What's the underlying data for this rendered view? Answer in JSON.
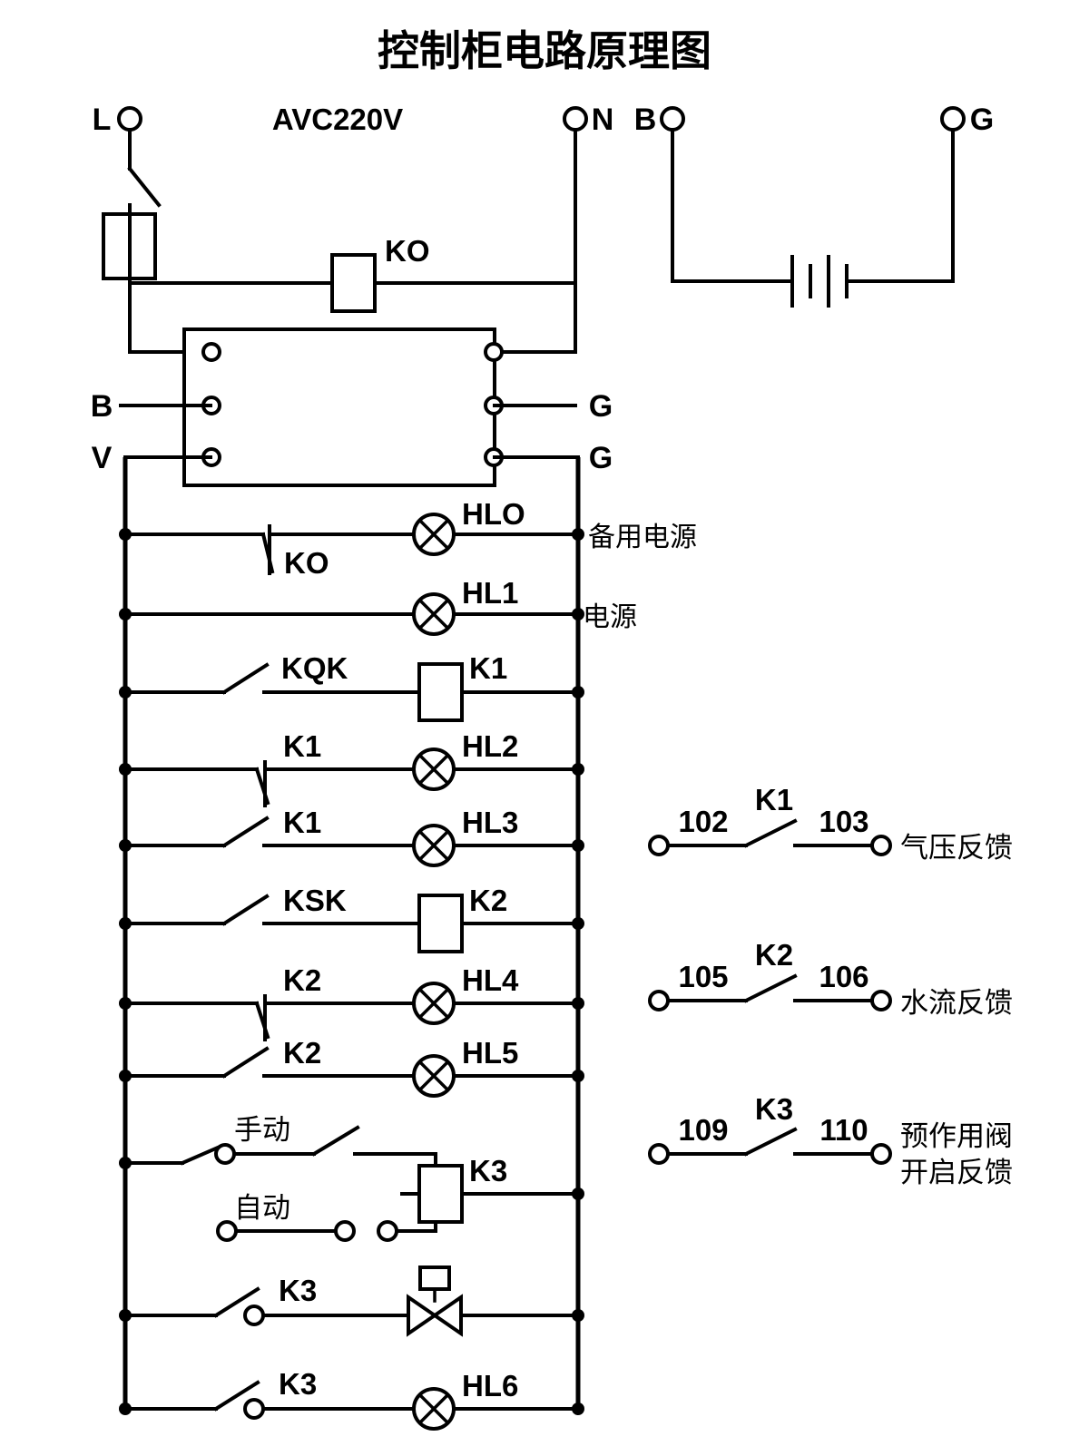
{
  "title": "控制柜电路原理图",
  "supply": {
    "terminal_l": "L",
    "terminal_n": "N",
    "voltage_label": "AVC220V",
    "relay_ko": "KO"
  },
  "battery": {
    "terminal_b": "B",
    "terminal_g": "G"
  },
  "terminal_block": {
    "left_labels": [
      "B",
      "V"
    ],
    "right_labels": [
      "G",
      "G"
    ]
  },
  "rungs": [
    {
      "contact": "KO",
      "contact_type": "nc",
      "device": "HLO",
      "device_type": "lamp",
      "note": "备用电源"
    },
    {
      "contact": "",
      "contact_type": "none",
      "device": "HL1",
      "device_type": "lamp",
      "note": "电源"
    },
    {
      "contact": "KQK",
      "contact_type": "no",
      "device": "K1",
      "device_type": "coil",
      "note": ""
    },
    {
      "contact": "K1",
      "contact_type": "nc",
      "device": "HL2",
      "device_type": "lamp",
      "note": ""
    },
    {
      "contact": "K1",
      "contact_type": "no",
      "device": "HL3",
      "device_type": "lamp",
      "note": ""
    },
    {
      "contact": "KSK",
      "contact_type": "no",
      "device": "K2",
      "device_type": "coil",
      "note": ""
    },
    {
      "contact": "K2",
      "contact_type": "nc",
      "device": "HL4",
      "device_type": "lamp",
      "note": ""
    },
    {
      "contact": "K2",
      "contact_type": "no",
      "device": "HL5",
      "device_type": "lamp",
      "note": ""
    },
    {
      "contact": "手动",
      "contact_type": "manual",
      "device": "K3",
      "device_type": "coil",
      "note": "",
      "second_contact": "自动"
    },
    {
      "contact": "K3",
      "contact_type": "no-term",
      "device": "",
      "device_type": "valve",
      "note": ""
    },
    {
      "contact": "K3",
      "contact_type": "no-term",
      "device": "HL6",
      "device_type": "lamp",
      "note": ""
    }
  ],
  "feedback": [
    {
      "left_number": "102",
      "contact": "K1",
      "right_number": "103",
      "label_line1": "气压反馈",
      "label_line2": ""
    },
    {
      "left_number": "105",
      "contact": "K2",
      "right_number": "106",
      "label_line1": "水流反馈",
      "label_line2": ""
    },
    {
      "left_number": "109",
      "contact": "K3",
      "right_number": "110",
      "label_line1": "预作用阀",
      "label_line2": "开启反馈"
    }
  ],
  "colors": {
    "ink": "#000000",
    "paper": "#ffffff"
  }
}
